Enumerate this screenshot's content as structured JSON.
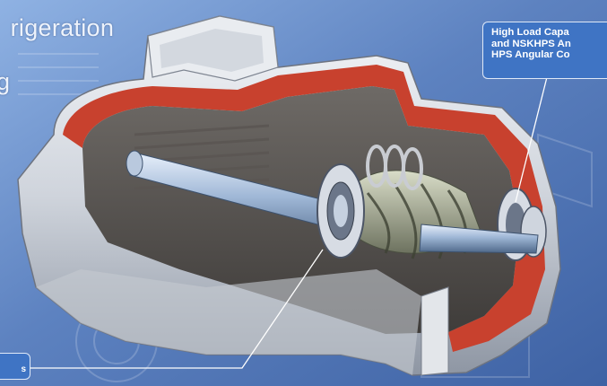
{
  "title": {
    "line1": "rigeration",
    "line2": "g"
  },
  "callout_top": {
    "line1": "High Load Capa",
    "line2": "and NSKHPS An",
    "line3": "HPS Angular Co"
  },
  "callout_bottom": {
    "label": "s"
  },
  "colors": {
    "background": "#5b7fb8",
    "callout_fill": "#3f74c4",
    "housing_red": "#c8412e",
    "housing_silver": "#d9dde3"
  }
}
